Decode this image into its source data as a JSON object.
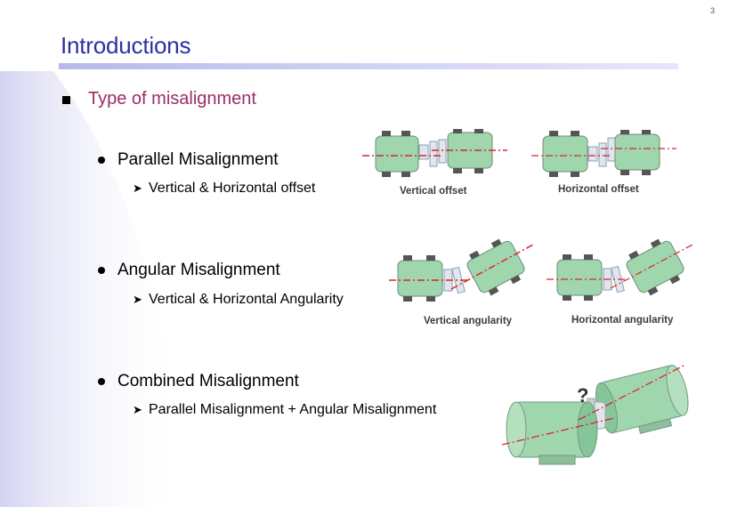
{
  "slide": {
    "page_number": "3",
    "title": "Introductions"
  },
  "outline": {
    "level1": "Type of misalignment",
    "items": [
      {
        "heading": "Parallel Misalignment",
        "sub": "Vertical & Horizontal offset"
      },
      {
        "heading": "Angular Misalignment",
        "sub": "Vertical & Horizontal Angularity"
      },
      {
        "heading": "Combined Misalignment",
        "sub": "Parallel Misalignment + Angular Misalignment"
      }
    ]
  },
  "figures": {
    "vertical_offset": "Vertical offset",
    "horizontal_offset": "Horizontal offset",
    "vertical_angularity": "Vertical angularity",
    "horizontal_angularity": "Horizontal angularity",
    "question_mark": "?"
  },
  "colors": {
    "title": "#2e2ea6",
    "level1_text": "#9a2d6a",
    "motor_green": "#9fd6ae",
    "centerline_red": "#d8262b"
  }
}
